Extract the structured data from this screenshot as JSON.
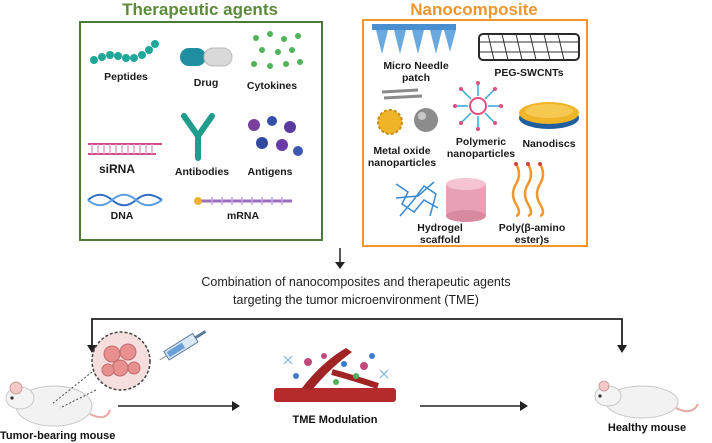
{
  "therapeutic": {
    "title": "Therapeutic agents",
    "title_color": "#5b8a3a",
    "border_color": "#4a7a34",
    "items": {
      "peptides": "Peptides",
      "drug": "Drug",
      "cytokines": "Cytokines",
      "sirna": "siRNA",
      "antibodies": "Antibodies",
      "antigens": "Antigens",
      "dna": "DNA",
      "mrna": "mRNA"
    }
  },
  "nanocomposite": {
    "title": "Nanocomposite",
    "title_color": "#f0962c",
    "border_color": "#f0962c",
    "items": {
      "microneedle_1": "Micro Needle",
      "microneedle_2": "patch",
      "pegswcnts": "PEG-SWCNTs",
      "metal_1": "Metal oxide",
      "metal_2": "nanoparticles",
      "polymeric_1": "Polymeric",
      "polymeric_2": "nanoparticles",
      "nanodiscs": "Nanodiscs",
      "hydrogel_1": "Hydrogel",
      "hydrogel_2": "scaffold",
      "poly_1": "Poly(β-amino",
      "poly_2": "ester)s"
    }
  },
  "caption": {
    "line1": "Combination of nanocomposites and therapeutic agents",
    "line2": "targeting the tumor microenvironment (TME)"
  },
  "stages": {
    "tumor": "Tumor-bearing mouse",
    "tme": "TME Modulation",
    "healthy": "Healthy mouse"
  }
}
